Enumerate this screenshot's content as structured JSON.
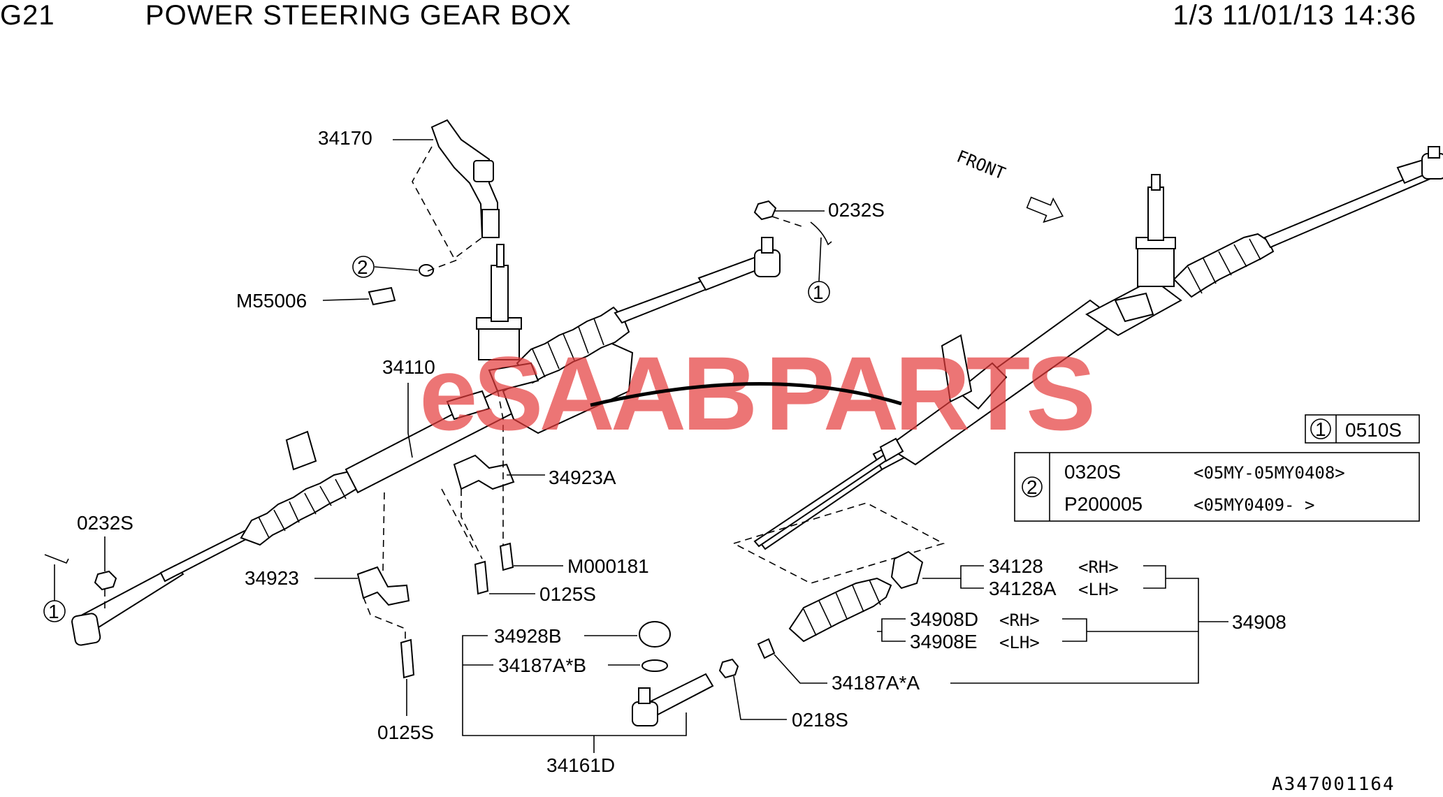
{
  "header": {
    "code": "G21",
    "title": "POWER STEERING GEAR BOX",
    "date": "1/3 11/01/13 14:36"
  },
  "watermark": {
    "text_a": "eSAAB",
    "text_b": "PARTS",
    "color": "#e53b3b"
  },
  "labels": {
    "p34170": "34170",
    "p0232S_a": "0232S",
    "circle2_left": "2",
    "circle1_upper": "1",
    "pM55006": "M55006",
    "p34110": "34110",
    "p34923A": "34923A",
    "p0232S_b": "0232S",
    "circle1_lower": "1",
    "p34923": "34923",
    "pM000181": "M000181",
    "p0125S_a": "0125S",
    "p0125S_b": "0125S",
    "p34928B": "34928B",
    "p34187AB": "34187A*B",
    "p34161D": "34161D",
    "p34187AA": "34187A*A",
    "p0218S": "0218S",
    "p34128": "34128",
    "p34128_rh": "<RH>",
    "p34128A": "34128A",
    "p34128A_lh": "<LH>",
    "p34908D": "34908D",
    "p34908D_rh": "<RH>",
    "p34908E": "34908E",
    "p34908E_lh": "<LH>",
    "p34908": "34908",
    "front": "FRONT"
  },
  "ref_table": {
    "row1": {
      "circle": "1",
      "part": "0510S"
    },
    "row2": {
      "circle": "2",
      "items": [
        {
          "part": "0320S",
          "range": "<05MY-05MY0408>"
        },
        {
          "part": "P200005",
          "range": "<05MY0409-      >"
        }
      ]
    }
  },
  "diagram_code": "A347001164"
}
